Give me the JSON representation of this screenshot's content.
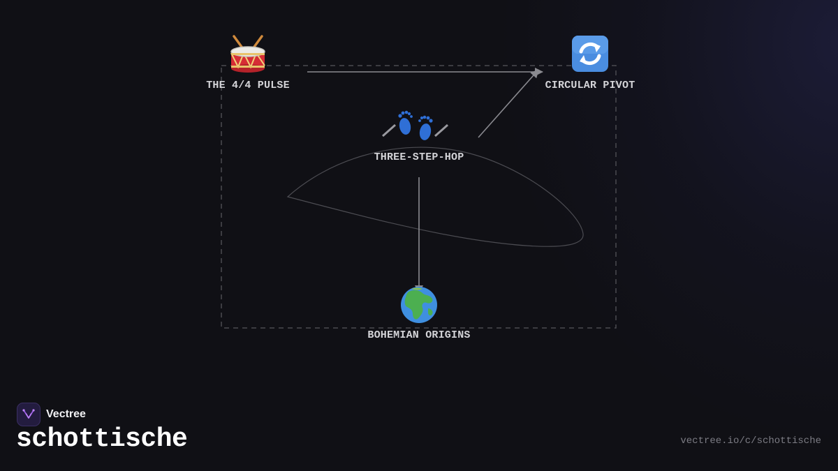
{
  "diagram": {
    "nodes": [
      {
        "id": "pulse",
        "label": "THE 4/4 PULSE",
        "icon": "drum-icon"
      },
      {
        "id": "pivot",
        "label": "CIRCULAR PIVOT",
        "icon": "counterclockwise-arrows-icon"
      },
      {
        "id": "hop",
        "label": "THREE-STEP-HOP",
        "icon": "footprints-icon"
      },
      {
        "id": "origins",
        "label": "BOHEMIAN ORIGINS",
        "icon": "globe-europe-africa-icon"
      }
    ],
    "edges": [
      {
        "from": "pulse",
        "to": "pivot"
      },
      {
        "from": "hop",
        "to": "pivot"
      },
      {
        "from": "hop",
        "to": "origins"
      }
    ]
  },
  "brand": {
    "name": "Vectree",
    "logo_icon": "vectree-logo-icon",
    "accent": "#9b5de5"
  },
  "title": "schottische",
  "footer": {
    "url": "vectree.io/c/schottische"
  }
}
